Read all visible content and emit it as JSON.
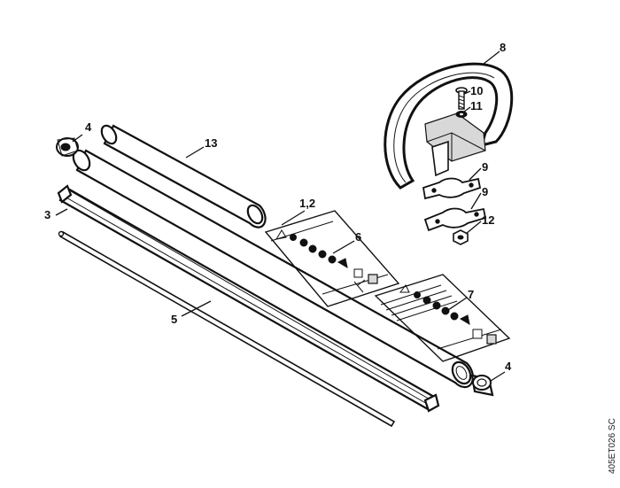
{
  "diagram": {
    "callouts": {
      "c1": "4",
      "c2": "3",
      "c3": "13",
      "c4": "5",
      "c5": "1,2",
      "c6": "6",
      "c7": "7",
      "c8": "4",
      "c9": "8",
      "c10": "10",
      "c11": "11",
      "c12": "9",
      "c13": "9",
      "c14": "12"
    },
    "drawing_code": "405ET026 SC"
  }
}
